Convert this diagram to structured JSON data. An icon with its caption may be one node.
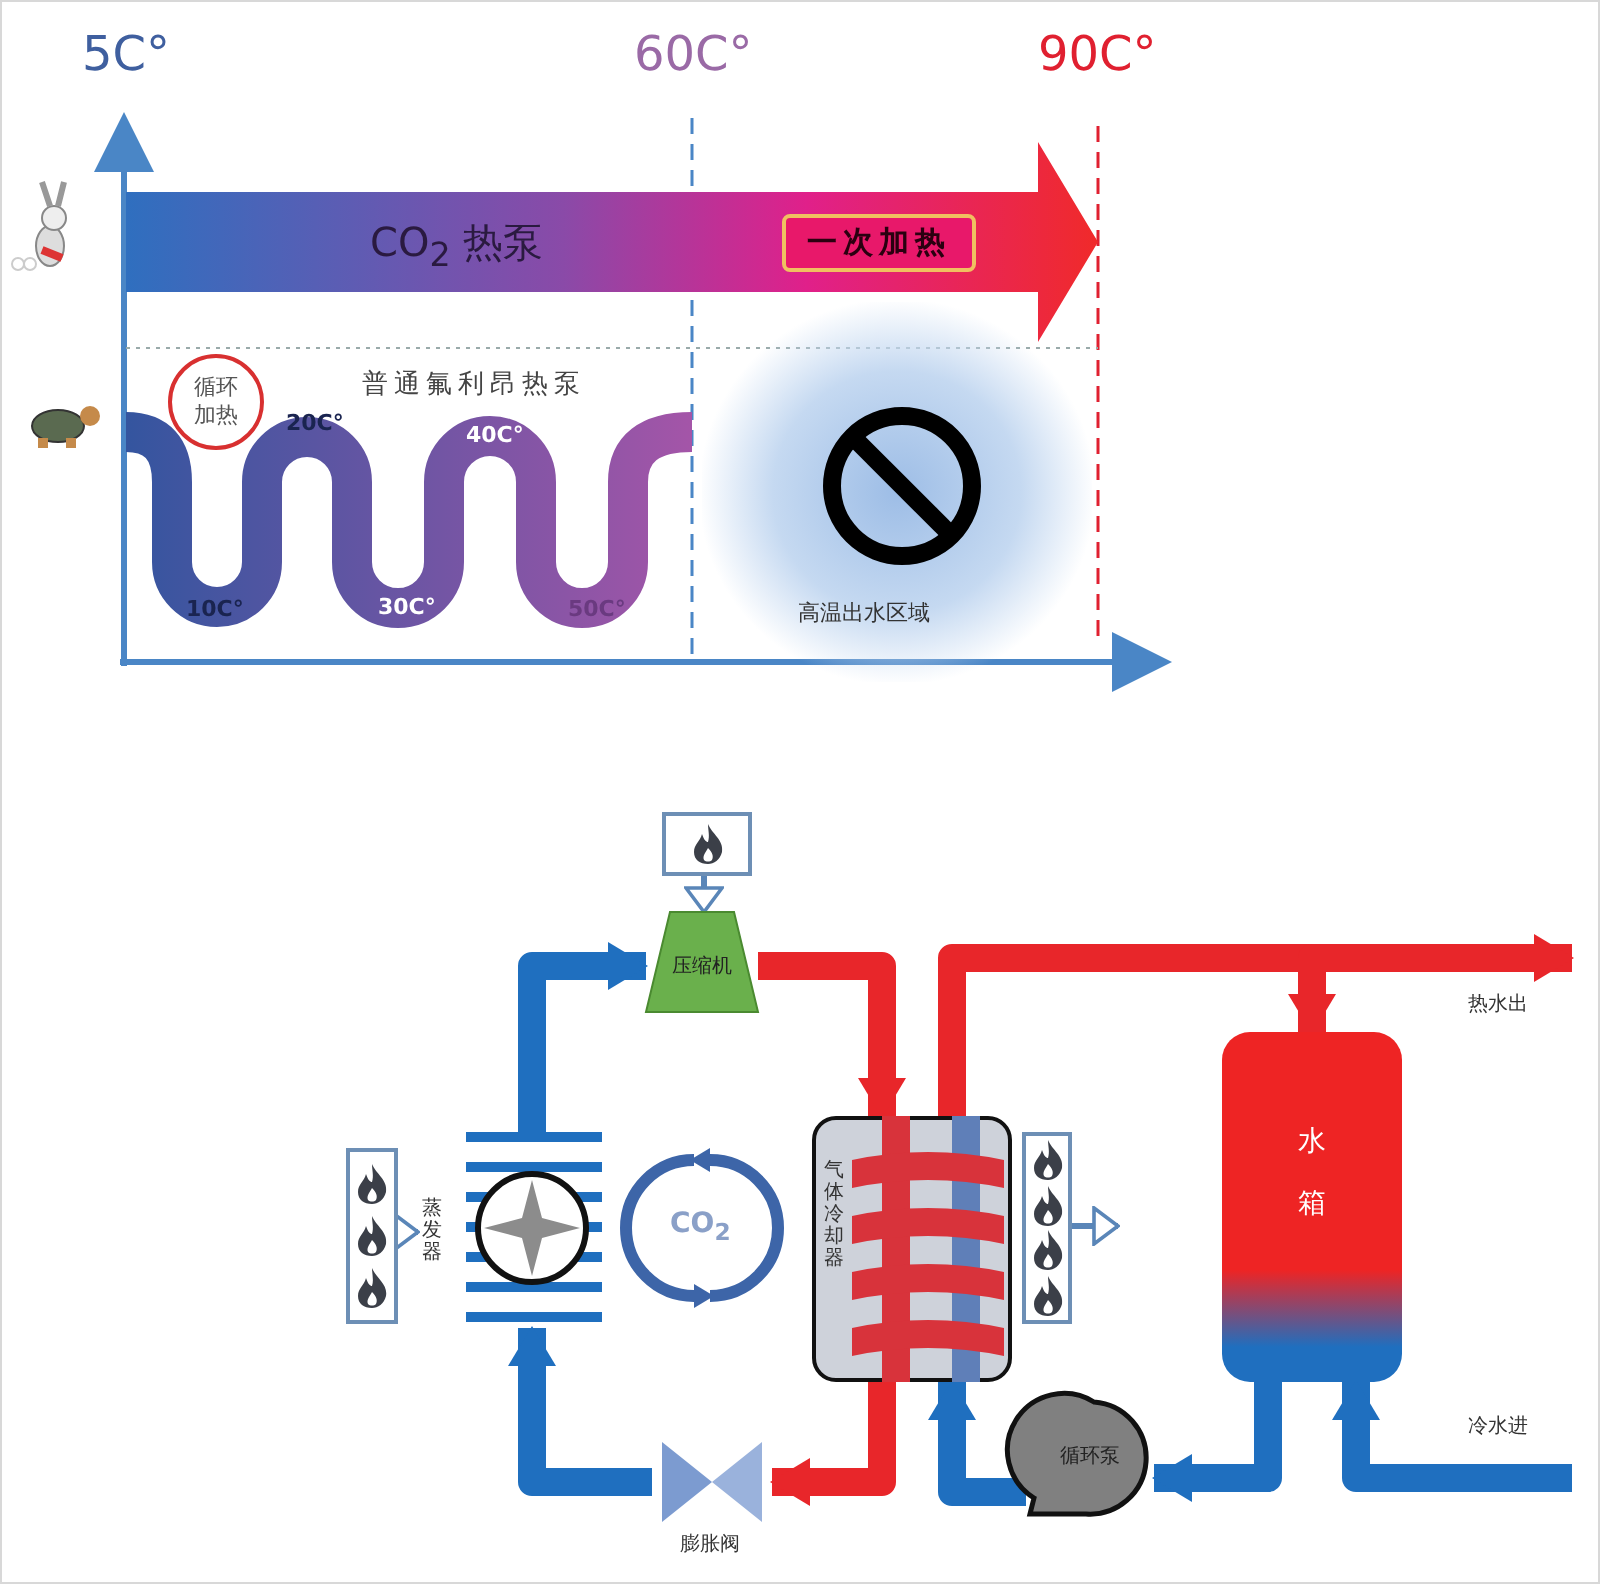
{
  "diagram": {
    "nodes": [
      {
        "text": [
          "CO$_{2}$ 热泵"
        ]
      },
      {
        "text": [
          "一次加热"
        ],
        "in": 0
      },
      {
        "text": [
          "循环加热"
        ]
      },
      {
        "text": [
          "高温出水区域"
        ]
      },
      {
        "text": [],
        "shape": "picture"
      },
      {
        "text": [
          "压缩机"
        ]
      },
      {
        "text": [],
        "shape": "picture"
      },
      {
        "text": [
          "蒸发器"
        ]
      },
      {
        "text": [
          "CO$_{2}$"
        ]
      },
      {
        "text": [
          "气体冷却器"
        ]
      },
      {
        "text": [],
        "shape": "picture"
      },
      {
        "text": [
          "膨胀阀"
        ]
      },
      {
        "text": [
          "循环泵"
        ]
      },
      {
        "text": [
          "水箱"
        ]
      }
    ],
    "edges": [
      {
        "from": 4,
        "to": 5,
        "arrow": "to"
      },
      {
        "from": 5,
        "to": 9,
        "arrow": "to",
        "color": "#e8262a"
      },
      {
        "from": 9,
        "to": 11,
        "arrow": "to",
        "color": "#e8262a"
      },
      {
        "from": 11,
        "to": 7,
        "arrow": "to",
        "color": "#1f6fbf"
      },
      {
        "from": 7,
        "to": 5,
        "arrow": "to",
        "color": "#1f6fbf"
      },
      {
        "from": 6,
        "to": 7,
        "arrow": "to"
      },
      {
        "from": 12,
        "to": 9,
        "arrow": "to",
        "color": "#1f6fbf"
      },
      {
        "from": 9,
        "to": 13,
        "arrow": "to",
        "color": "#e8262a"
      },
      {
        "from": 13,
        "to": null,
        "arrow": "to",
        "color": "#e8262a"
      },
      {
        "from": null,
        "to": 13,
        "arrow": "to",
        "color": "#1f6fbf"
      },
      {
        "from": 13,
        "to": 12,
        "arrow": "to",
        "color": "#1f6fbf"
      },
      {
        "from": 10,
        "to": null,
        "arrow": "to"
      }
    ],
    "labels": [
      "5C°",
      "60C°",
      "90C°",
      "普通氟利昂热泵",
      "20C°",
      "10C°",
      "30C°",
      "40C°",
      "50C°",
      "热水出",
      "冷水进"
    ]
  }
}
